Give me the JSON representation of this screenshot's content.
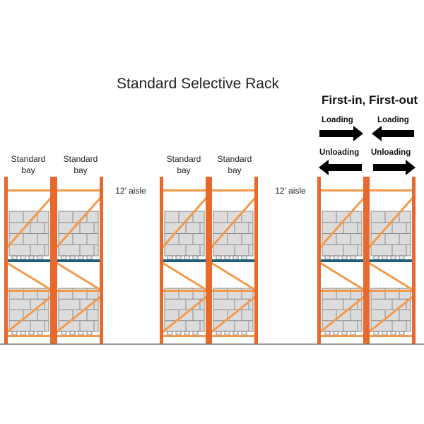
{
  "title": "Standard Selective Rack",
  "fifo": {
    "heading": "First-in, First-out",
    "loading_label": "Loading",
    "unloading_label": "Unloading"
  },
  "bays": {
    "bay_label": "Standard\nbay",
    "aisle_label": "12’ aisle"
  },
  "colors": {
    "upright": "#e9692c",
    "beam_orange": "#f39a4d",
    "beam_blue": "#1f5f7a",
    "brick": "#dcdcdc",
    "mortar": "#8a8a8a",
    "arrow": "#000000",
    "ground": "#777777"
  }
}
